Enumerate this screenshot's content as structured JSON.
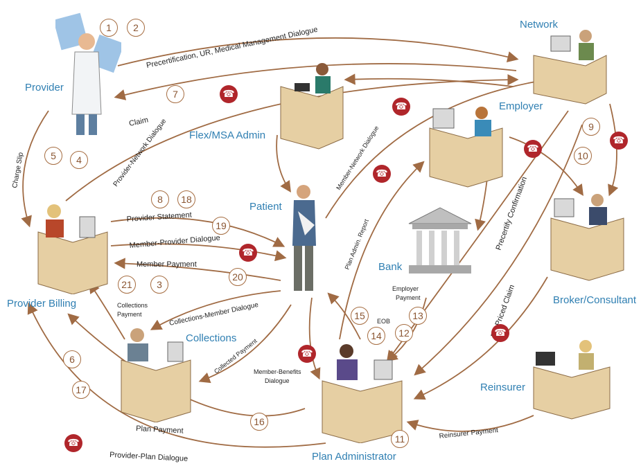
{
  "colors": {
    "node_label": "#2f7fb2",
    "arrow": "#a06b44",
    "badge": "#a56c40",
    "phone": "#b0262b"
  },
  "nodes": {
    "provider": "Provider",
    "network": "Network",
    "employer": "Employer",
    "flex_msa_admin": "Flex/MSA Admin",
    "patient": "Patient",
    "bank": "Bank",
    "broker_consultant": "Broker/Consultant",
    "provider_billing": "Provider Billing",
    "collections": "Collections",
    "reinsurer": "Reinsurer",
    "plan_administrator": "Plan Administrator"
  },
  "flows": {
    "precertification": "Precertification, UR, Medical Management Dialogue",
    "claim": "Claim",
    "provider_network_dialogue": "Provider-Network Dialogue",
    "charge_slip": "Charge Slip",
    "member_network_dialogue": "Member-Network Dialogue",
    "provider_statement": "Provider Statement",
    "member_provider_dialogue": "Member-Provider Dialogue",
    "member_payment": "Member Payment",
    "collections_payment": "Collections Payment",
    "collections_member_dialogue": "Collections-Member Dialogue",
    "collected_payment": "Collected Payment",
    "plan_admin_report": "Plan Admin. Report",
    "precertify_confirmation": "Precertify Confirmation",
    "re_priced_claim": "Re-Priced Claim",
    "employer_payment": "Employer Payment",
    "eob": "EOB",
    "member_benefits_dialogue": "Member-Benefits Dialogue",
    "plan_payment": "Plan Payment",
    "provider_plan_dialogue": "Provider-Plan Dialogue",
    "reinsurer_payment": "Reinsurer Payment"
  },
  "steps": [
    "1",
    "2",
    "7",
    "5",
    "4",
    "8",
    "18",
    "19",
    "9",
    "10",
    "20",
    "21",
    "3",
    "15",
    "13",
    "14",
    "12",
    "6",
    "17",
    "16",
    "11"
  ],
  "icons": {
    "phone": "telephone-icon"
  }
}
